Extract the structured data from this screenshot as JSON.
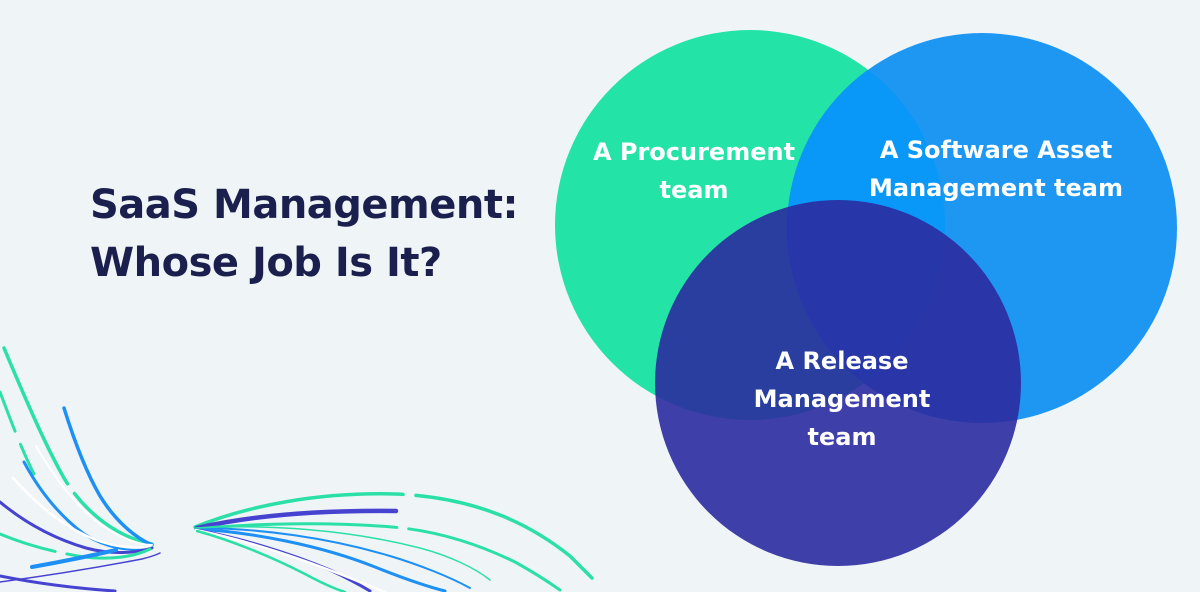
{
  "page": {
    "background": "#EFF4F7"
  },
  "title": {
    "line1": "SaaS Management:",
    "line2": "Whose Job Is It?",
    "color": "#1B1F4D"
  },
  "venn": {
    "label_text_color": "#FFFFFF",
    "overlap_green_blue_color": "#0998F8",
    "circles": [
      {
        "name": "procurement-team",
        "label_lines": [
          "A Procurement",
          "team"
        ],
        "color": "#24E3A7"
      },
      {
        "name": "software-asset-management-team",
        "label_lines": [
          "A Software Asset",
          "Management team"
        ],
        "color": "#1E97F3"
      },
      {
        "name": "release-management-team",
        "label_lines": [
          "A Release",
          "Management",
          "team"
        ],
        "color": "#2B2BA0"
      }
    ]
  },
  "decoration": {
    "name": "swirl-lines",
    "colors": {
      "green": "#2BE0A6",
      "blue": "#1E90F5",
      "indigo": "#4643D0",
      "white": "#FFFFFF"
    }
  }
}
